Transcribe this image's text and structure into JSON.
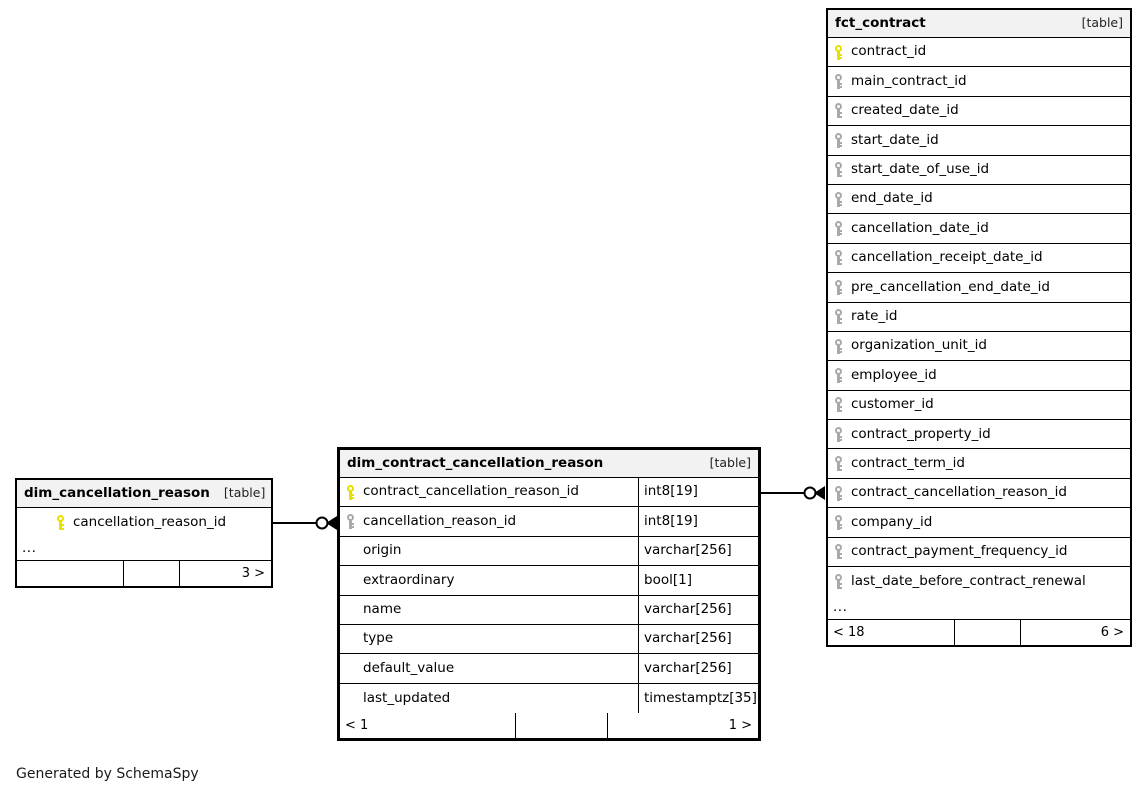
{
  "diagram": {
    "caption": "Generated by SchemaSpy",
    "table_kind_label": "[table]",
    "ellipsis": "...",
    "colors": {
      "primary_key": "#e8e000",
      "foreign_key": "#a9a9a9",
      "header_background": "#f2f2f2",
      "border": "#000000",
      "background": "#ffffff"
    }
  },
  "tables": {
    "fct_contract": {
      "name": "fct_contract",
      "kind": "[table]",
      "columns": [
        {
          "name": "contract_id",
          "key": "pk"
        },
        {
          "name": "main_contract_id",
          "key": "fk"
        },
        {
          "name": "created_date_id",
          "key": "fk"
        },
        {
          "name": "start_date_id",
          "key": "fk"
        },
        {
          "name": "start_date_of_use_id",
          "key": "fk"
        },
        {
          "name": "end_date_id",
          "key": "fk"
        },
        {
          "name": "cancellation_date_id",
          "key": "fk"
        },
        {
          "name": "cancellation_receipt_date_id",
          "key": "fk"
        },
        {
          "name": "pre_cancellation_end_date_id",
          "key": "fk"
        },
        {
          "name": "rate_id",
          "key": "fk"
        },
        {
          "name": "organization_unit_id",
          "key": "fk"
        },
        {
          "name": "employee_id",
          "key": "fk"
        },
        {
          "name": "customer_id",
          "key": "fk"
        },
        {
          "name": "contract_property_id",
          "key": "fk"
        },
        {
          "name": "contract_term_id",
          "key": "fk"
        },
        {
          "name": "contract_cancellation_reason_id",
          "key": "fk"
        },
        {
          "name": "company_id",
          "key": "fk"
        },
        {
          "name": "contract_payment_frequency_id",
          "key": "fk"
        },
        {
          "name": "last_date_before_contract_renewal",
          "key": "fk"
        }
      ],
      "has_ellipsis": true,
      "footer": {
        "left": "< 18",
        "middle": "",
        "right": "6 >"
      }
    },
    "dim_contract_cancellation_reason": {
      "name": "dim_contract_cancellation_reason",
      "kind": "[table]",
      "focus": true,
      "columns": [
        {
          "name": "contract_cancellation_reason_id",
          "key": "pk",
          "type": "int8[19]"
        },
        {
          "name": "cancellation_reason_id",
          "key": "fk",
          "type": "int8[19]"
        },
        {
          "name": "origin",
          "key": "none",
          "type": "varchar[256]"
        },
        {
          "name": "extraordinary",
          "key": "none",
          "type": "bool[1]"
        },
        {
          "name": "name",
          "key": "none",
          "type": "varchar[256]"
        },
        {
          "name": "type",
          "key": "none",
          "type": "varchar[256]"
        },
        {
          "name": "default_value",
          "key": "none",
          "type": "varchar[256]"
        },
        {
          "name": "last_updated",
          "key": "none",
          "type": "timestamptz[35]"
        }
      ],
      "has_ellipsis": false,
      "footer": {
        "left": "< 1",
        "middle": "",
        "right": "1 >"
      }
    },
    "dim_cancellation_reason": {
      "name": "dim_cancellation_reason",
      "kind": "[table]",
      "columns": [
        {
          "name": "cancellation_reason_id",
          "key": "pk"
        }
      ],
      "has_ellipsis": true,
      "footer": {
        "left": "",
        "middle": "",
        "right": "3 >"
      }
    }
  },
  "relationships": [
    {
      "name": "dim_cancellation_reason-to-dim_contract_cancellation_reason",
      "from_table": "dim_cancellation_reason",
      "from_column": "cancellation_reason_id",
      "to_table": "dim_contract_cancellation_reason",
      "to_column": "cancellation_reason_id"
    },
    {
      "name": "dim_contract_cancellation_reason-to-fct_contract",
      "from_table": "dim_contract_cancellation_reason",
      "from_column": "contract_cancellation_reason_id",
      "to_table": "fct_contract",
      "to_column": "contract_cancellation_reason_id"
    }
  ]
}
